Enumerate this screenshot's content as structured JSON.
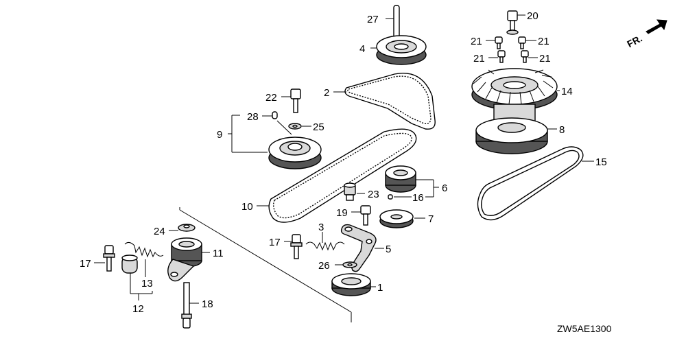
{
  "diagram": {
    "code": "ZW5AE1300",
    "direction_label": "FR."
  },
  "callouts": {
    "c1": "1",
    "c2": "2",
    "c3": "3",
    "c4": "4",
    "c5": "5",
    "c6": "6",
    "c7": "7",
    "c8": "8",
    "c9": "9",
    "c10": "10",
    "c11": "11",
    "c12": "12",
    "c13": "13",
    "c14": "14",
    "c15": "15",
    "c16": "16",
    "c17a": "17",
    "c17b": "17",
    "c18": "18",
    "c19": "19",
    "c20": "20",
    "c21a": "21",
    "c21b": "21",
    "c21c": "21",
    "c21d": "21",
    "c22": "22",
    "c23": "23",
    "c24": "24",
    "c25": "25",
    "c26": "26",
    "c27": "27",
    "c28": "28"
  }
}
